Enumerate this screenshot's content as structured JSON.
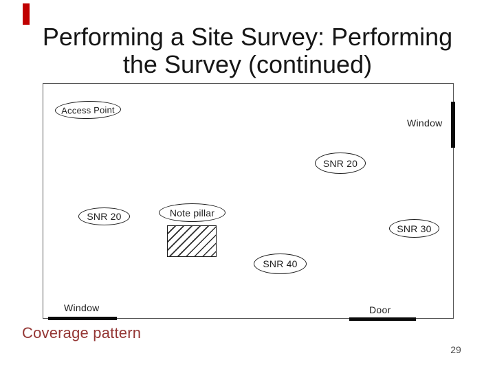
{
  "slide": {
    "title": {
      "line1": "Performing a Site Survey: Performing",
      "line2": "the Survey (continued)"
    },
    "caption": "Coverage pattern",
    "page_number": "29",
    "colors": {
      "accent": "#c00000",
      "title_text": "#161616",
      "caption_text": "#943634",
      "ink": "#1f1f1f",
      "figure_border": "#555555",
      "marker": "#0a0a0a"
    }
  },
  "diagram": {
    "ellipses": {
      "access_point": "Access Point",
      "snr20_upper": "SNR 20",
      "snr20_left": "SNR 20",
      "note_pillar": "Note pillar",
      "snr30": "SNR 30",
      "snr40": "SNR 40"
    },
    "wall_labels": {
      "window_top": "Window",
      "window_bottom": "Window",
      "door": "Door"
    },
    "pillar_fill": "diagonal-hatch"
  }
}
